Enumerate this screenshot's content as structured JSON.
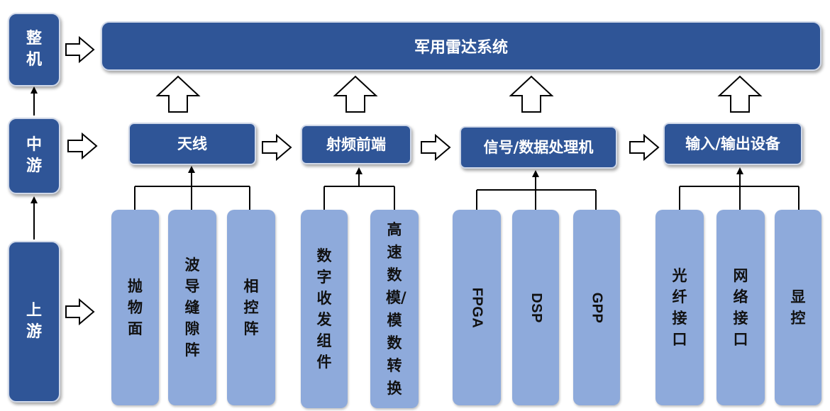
{
  "stages": {
    "whole": "整机",
    "midstream": "中游",
    "upstream": "上游"
  },
  "top_system": "军用雷达系统",
  "midstream": [
    {
      "label": "天线"
    },
    {
      "label": "射频前端"
    },
    {
      "label": "信号/数据处理机"
    },
    {
      "label": "输入/输出设备"
    }
  ],
  "upstream": [
    {
      "group": "天线",
      "items": [
        "抛物面",
        "波导缝隙阵",
        "相控阵"
      ]
    },
    {
      "group": "射频前端",
      "items": [
        "数字收发组件",
        "高速数模/模数转换"
      ]
    },
    {
      "group": "信号/数据处理机",
      "items": [
        "FPGA",
        "DSP",
        "GPP"
      ]
    },
    {
      "group": "输入/输出设备",
      "items": [
        "光纤接口",
        "网络接口",
        "显控"
      ]
    }
  ]
}
